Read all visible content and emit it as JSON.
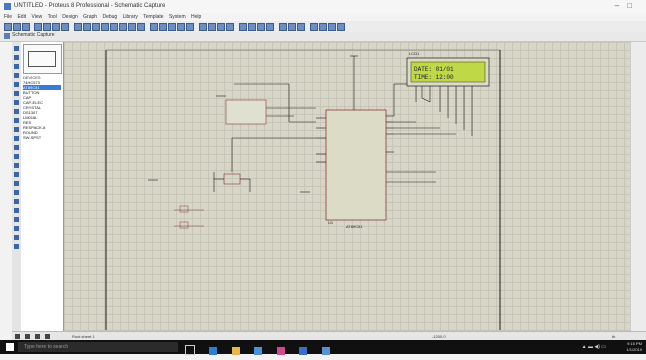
{
  "window": {
    "title": "UNTITLED - Proteus 8 Professional - Schematic Capture"
  },
  "menu": [
    "File",
    "Edit",
    "View",
    "Tool",
    "Design",
    "Graph",
    "Debug",
    "Library",
    "Template",
    "System",
    "Help"
  ],
  "toolbar2": {
    "tab_label": "Schematic Capture"
  },
  "device_panel": {
    "header": "DEVICES",
    "items": [
      "74HC573",
      "AT89C51",
      "BUTTON",
      "CAP",
      "CAP-ELEC",
      "CRYSTAL",
      "DS1307",
      "LM016L",
      "RES",
      "RESPACK-8",
      "ROUND",
      "SW-SPST"
    ],
    "selected_index": 1
  },
  "lcd": {
    "ref": "LCD1",
    "line1": "DATE: 01/01",
    "line2": "TIME: 12:00"
  },
  "mcu": {
    "ref": "U1",
    "part": "AT89C51"
  },
  "status": {
    "message": "Root sheet 1",
    "coords": "-1200.0",
    "coords2": "th"
  },
  "taskbar": {
    "search_placeholder": "Type here to search",
    "time": "9:15 PM",
    "date": "1/1/2019"
  },
  "colors": {
    "canvas": "#d7d6c8",
    "wire": "#1a1a1a",
    "lcd_green": "#bfd845",
    "selection": "#3879d9"
  }
}
